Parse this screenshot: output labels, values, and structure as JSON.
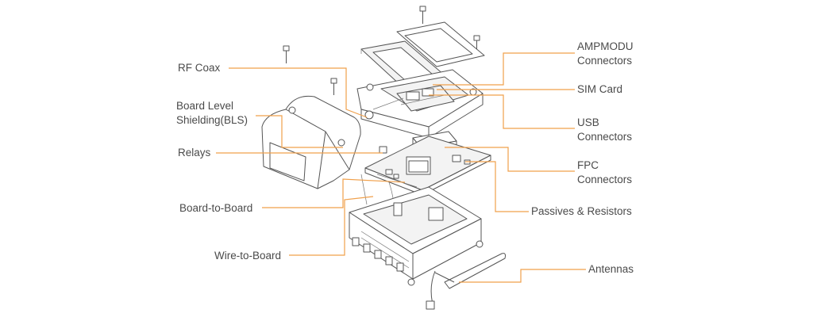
{
  "labels": {
    "rf_coax": "RF Coax",
    "bls_line1": "Board Level",
    "bls_line2": "Shielding(BLS)",
    "relays": "Relays",
    "board_to_board": "Board-to-Board",
    "wire_to_board": "Wire-to-Board",
    "ampmodu_line1": "AMPMODU",
    "ampmodu_line2": "Connectors",
    "sim_card": "SIM Card",
    "usb_line1": "USB",
    "usb_line2": "Connectors",
    "fpc_line1": "FPC",
    "fpc_line2": "Connectors",
    "passives": "Passives & Resistors",
    "antennas": "Antennas"
  },
  "colors": {
    "leader": "#f0a04b",
    "outline": "#555555",
    "text": "#4a4a4a"
  }
}
